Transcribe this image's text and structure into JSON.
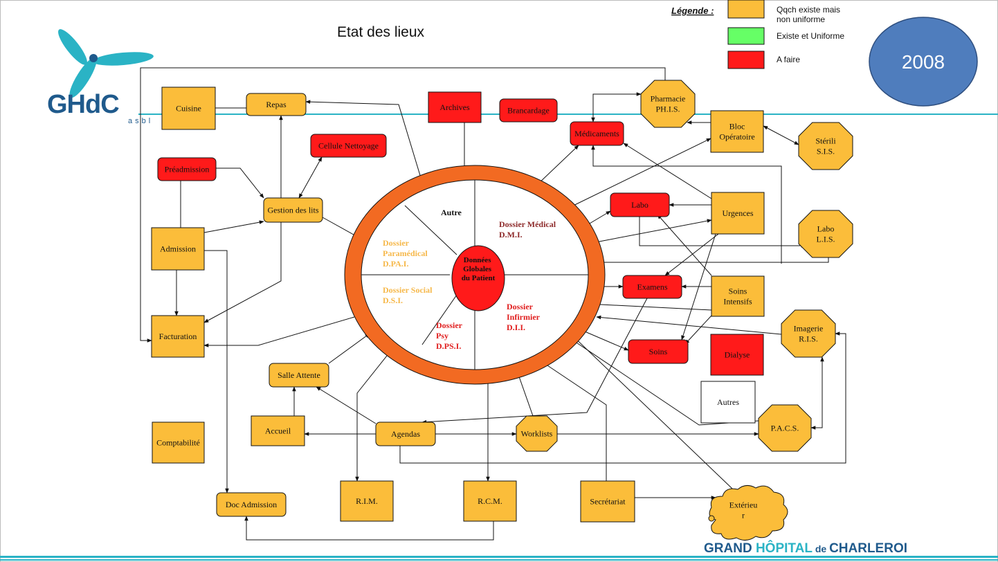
{
  "slide": {
    "title": "Etat des lieux",
    "year": "2008",
    "logo_text": "GHdC",
    "logo_subtext": "asbl",
    "footer_brand_parts": [
      "GRAND ",
      "HÔPITAL",
      " de ",
      "CHARLEROI"
    ]
  },
  "legend": {
    "title": "Légende :",
    "items": [
      {
        "color": "#fbbd3a",
        "label_lines": [
          "Qqch existe mais",
          "non uniforme"
        ]
      },
      {
        "color": "#66ff66",
        "label_lines": [
          "Existe et Uniforme"
        ]
      },
      {
        "color": "#ff1a1a",
        "label_lines": [
          "A faire"
        ]
      }
    ]
  },
  "colors": {
    "existing_non_uniform": "#fbbd3a",
    "to_do": "#ff1a1a",
    "ring": "#f26a22",
    "year_circle": "#4f7dbd",
    "footer_line": "#2ab3c5",
    "logo_teal": "#2ab3c5",
    "logo_navy": "#1f5a8c",
    "paramedical_text": "#f6b84a",
    "medical_text": "#8e2b2b",
    "nursing_text": "#e01e1e"
  },
  "center": {
    "label_lines": [
      "Données",
      "Globales",
      "du Patient"
    ],
    "sectors": [
      {
        "key": "autre",
        "lines": [
          "Autre"
        ]
      },
      {
        "key": "medical",
        "lines": [
          "Dossier Médical",
          "D.M.I."
        ]
      },
      {
        "key": "paramedical",
        "lines": [
          "Dossier",
          "Paramédical",
          "D.PA.I."
        ]
      },
      {
        "key": "social",
        "lines": [
          "Dossier Social",
          "D.S.I."
        ]
      },
      {
        "key": "psy",
        "lines": [
          "Dossier",
          "Psy",
          "D.PS.I."
        ]
      },
      {
        "key": "infirmier",
        "lines": [
          "Dossier",
          "Infirmier",
          "D.I.I."
        ]
      }
    ]
  },
  "nodes": [
    {
      "id": "cuisine",
      "lines": [
        "Cuisine"
      ],
      "status": "existing_non_uniform",
      "shape": "rect"
    },
    {
      "id": "repas",
      "lines": [
        "Repas"
      ],
      "status": "existing_non_uniform",
      "shape": "rounded"
    },
    {
      "id": "archives",
      "lines": [
        "Archives"
      ],
      "status": "to_do",
      "shape": "rect"
    },
    {
      "id": "brancardage",
      "lines": [
        "Brancardage"
      ],
      "status": "to_do",
      "shape": "rounded"
    },
    {
      "id": "medicaments",
      "lines": [
        "Médicaments"
      ],
      "status": "to_do",
      "shape": "rounded"
    },
    {
      "id": "pharmacie",
      "lines": [
        "Pharmacie",
        "PH.I.S."
      ],
      "status": "existing_non_uniform",
      "shape": "octagon"
    },
    {
      "id": "bloc",
      "lines": [
        "Bloc",
        "Opératoire"
      ],
      "status": "existing_non_uniform",
      "shape": "rect"
    },
    {
      "id": "sterili",
      "lines": [
        "Stérili",
        "S.I.S."
      ],
      "status": "existing_non_uniform",
      "shape": "octagon"
    },
    {
      "id": "cellule",
      "lines": [
        "Cellule Nettoyage"
      ],
      "status": "to_do",
      "shape": "rounded"
    },
    {
      "id": "preadmission",
      "lines": [
        "Préadmission"
      ],
      "status": "to_do",
      "shape": "rounded"
    },
    {
      "id": "gestion",
      "lines": [
        "Gestion des lits"
      ],
      "status": "existing_non_uniform",
      "shape": "rounded"
    },
    {
      "id": "admission",
      "lines": [
        "Admission"
      ],
      "status": "existing_non_uniform",
      "shape": "rect"
    },
    {
      "id": "labo",
      "lines": [
        "Labo"
      ],
      "status": "to_do",
      "shape": "rounded"
    },
    {
      "id": "urgences",
      "lines": [
        "Urgences"
      ],
      "status": "existing_non_uniform",
      "shape": "rect"
    },
    {
      "id": "labolis",
      "lines": [
        "Labo",
        "L.I.S."
      ],
      "status": "existing_non_uniform",
      "shape": "octagon"
    },
    {
      "id": "examens",
      "lines": [
        "Examens"
      ],
      "status": "to_do",
      "shape": "rounded"
    },
    {
      "id": "soinsint",
      "lines": [
        "Soins",
        "Intensifs"
      ],
      "status": "existing_non_uniform",
      "shape": "rect"
    },
    {
      "id": "facturation",
      "lines": [
        "Facturation"
      ],
      "status": "existing_non_uniform",
      "shape": "rect"
    },
    {
      "id": "imagerie",
      "lines": [
        "Imagerie",
        "R.I.S."
      ],
      "status": "existing_non_uniform",
      "shape": "octagon"
    },
    {
      "id": "soins",
      "lines": [
        "Soins"
      ],
      "status": "to_do",
      "shape": "rounded"
    },
    {
      "id": "dialyse",
      "lines": [
        "Dialyse"
      ],
      "status": "to_do",
      "shape": "rect"
    },
    {
      "id": "autres",
      "lines": [
        "Autres"
      ],
      "status": "none",
      "shape": "rect"
    },
    {
      "id": "salle",
      "lines": [
        "Salle Attente"
      ],
      "status": "existing_non_uniform",
      "shape": "rounded"
    },
    {
      "id": "pacs",
      "lines": [
        "P.A.C.S."
      ],
      "status": "existing_non_uniform",
      "shape": "octagon"
    },
    {
      "id": "accueil",
      "lines": [
        "Accueil"
      ],
      "status": "existing_non_uniform",
      "shape": "rect"
    },
    {
      "id": "agendas",
      "lines": [
        "Agendas"
      ],
      "status": "existing_non_uniform",
      "shape": "rounded"
    },
    {
      "id": "worklists",
      "lines": [
        "Worklists"
      ],
      "status": "existing_non_uniform",
      "shape": "octagon"
    },
    {
      "id": "compta",
      "lines": [
        "Comptabilité"
      ],
      "status": "existing_non_uniform",
      "shape": "rect"
    },
    {
      "id": "rim",
      "lines": [
        "R.I.M."
      ],
      "status": "existing_non_uniform",
      "shape": "rect"
    },
    {
      "id": "rcm",
      "lines": [
        "R.C.M."
      ],
      "status": "existing_non_uniform",
      "shape": "rect"
    },
    {
      "id": "secretariat",
      "lines": [
        "Secrétariat"
      ],
      "status": "existing_non_uniform",
      "shape": "rect"
    },
    {
      "id": "docadm",
      "lines": [
        "Doc Admission"
      ],
      "status": "existing_non_uniform",
      "shape": "rounded"
    },
    {
      "id": "exterieur",
      "lines": [
        "Extérieu",
        "r"
      ],
      "status": "existing_non_uniform",
      "shape": "cloud"
    }
  ]
}
